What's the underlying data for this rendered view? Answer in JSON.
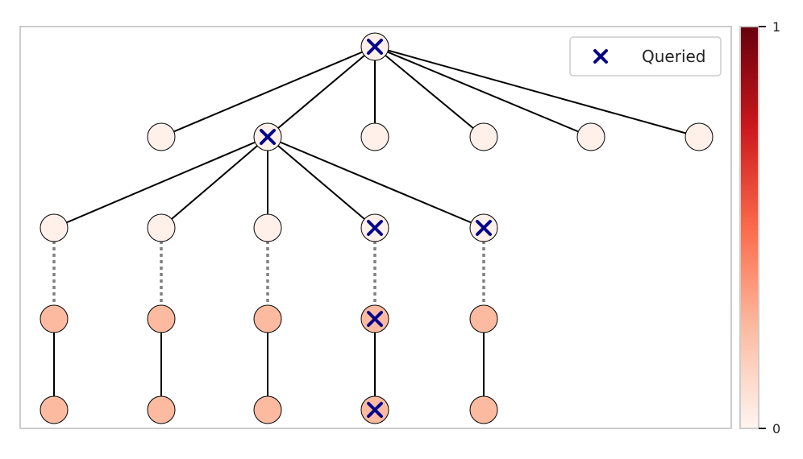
{
  "legend": {
    "label": "Queried",
    "marker_color": "#00008b"
  },
  "colorbar": {
    "min_label": "0",
    "max_label": "1",
    "colormap": "Reds",
    "stops": [
      "#fff5f0",
      "#fcbba1",
      "#fb6a4a",
      "#cb181d",
      "#67000d"
    ]
  },
  "colors": {
    "edge_solid": "#000000",
    "edge_dotted": "#808080",
    "node_stroke": "#000000",
    "frame": "#cccccc"
  },
  "nodes": [
    {
      "id": "root",
      "level": 0,
      "value": 0.02,
      "queried": true
    },
    {
      "id": "a1",
      "level": 1,
      "value": 0.02,
      "queried": false
    },
    {
      "id": "a2",
      "level": 1,
      "value": 0.02,
      "queried": true
    },
    {
      "id": "a3",
      "level": 1,
      "value": 0.02,
      "queried": false
    },
    {
      "id": "a4",
      "level": 1,
      "value": 0.02,
      "queried": false
    },
    {
      "id": "a5",
      "level": 1,
      "value": 0.02,
      "queried": false
    },
    {
      "id": "a6",
      "level": 1,
      "value": 0.02,
      "queried": false
    },
    {
      "id": "b1",
      "level": 2,
      "value": 0.02,
      "queried": false
    },
    {
      "id": "b2",
      "level": 2,
      "value": 0.02,
      "queried": false
    },
    {
      "id": "b3",
      "level": 2,
      "value": 0.02,
      "queried": false
    },
    {
      "id": "b4",
      "level": 2,
      "value": 0.02,
      "queried": true
    },
    {
      "id": "b5",
      "level": 2,
      "value": 0.02,
      "queried": true
    },
    {
      "id": "c1",
      "level": 3,
      "value": 0.25,
      "queried": false
    },
    {
      "id": "c2",
      "level": 3,
      "value": 0.25,
      "queried": false
    },
    {
      "id": "c3",
      "level": 3,
      "value": 0.25,
      "queried": false
    },
    {
      "id": "c4",
      "level": 3,
      "value": 0.25,
      "queried": true
    },
    {
      "id": "c5",
      "level": 3,
      "value": 0.25,
      "queried": false
    },
    {
      "id": "d1",
      "level": 4,
      "value": 0.25,
      "queried": false
    },
    {
      "id": "d2",
      "level": 4,
      "value": 0.25,
      "queried": false
    },
    {
      "id": "d3",
      "level": 4,
      "value": 0.25,
      "queried": false
    },
    {
      "id": "d4",
      "level": 4,
      "value": 0.25,
      "queried": true
    },
    {
      "id": "d5",
      "level": 4,
      "value": 0.25,
      "queried": false
    }
  ],
  "edges": [
    {
      "from": "root",
      "to": "a1",
      "style": "solid"
    },
    {
      "from": "root",
      "to": "a2",
      "style": "solid"
    },
    {
      "from": "root",
      "to": "a3",
      "style": "solid"
    },
    {
      "from": "root",
      "to": "a4",
      "style": "solid"
    },
    {
      "from": "root",
      "to": "a5",
      "style": "solid"
    },
    {
      "from": "root",
      "to": "a6",
      "style": "solid"
    },
    {
      "from": "a2",
      "to": "b1",
      "style": "solid"
    },
    {
      "from": "a2",
      "to": "b2",
      "style": "solid"
    },
    {
      "from": "a2",
      "to": "b3",
      "style": "solid"
    },
    {
      "from": "a2",
      "to": "b4",
      "style": "solid"
    },
    {
      "from": "a2",
      "to": "b5",
      "style": "solid"
    },
    {
      "from": "b1",
      "to": "c1",
      "style": "dotted"
    },
    {
      "from": "b2",
      "to": "c2",
      "style": "dotted"
    },
    {
      "from": "b3",
      "to": "c3",
      "style": "dotted"
    },
    {
      "from": "b4",
      "to": "c4",
      "style": "dotted"
    },
    {
      "from": "b5",
      "to": "c5",
      "style": "dotted"
    },
    {
      "from": "c1",
      "to": "d1",
      "style": "solid"
    },
    {
      "from": "c2",
      "to": "d2",
      "style": "solid"
    },
    {
      "from": "c3",
      "to": "d3",
      "style": "solid"
    },
    {
      "from": "c4",
      "to": "d4",
      "style": "solid"
    },
    {
      "from": "c5",
      "to": "d5",
      "style": "solid"
    }
  ]
}
